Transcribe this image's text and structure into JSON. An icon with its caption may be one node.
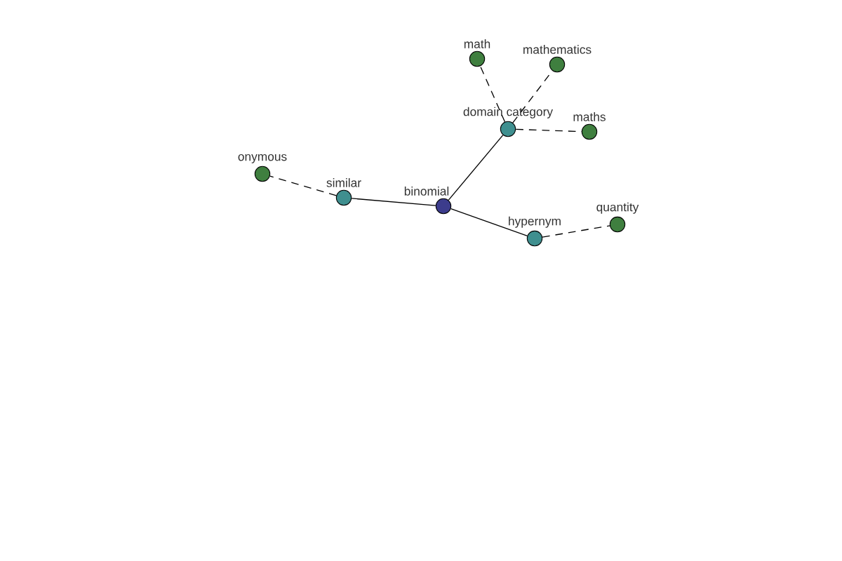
{
  "diagram": {
    "nodes": [
      {
        "text": [
          "binomial"
        ]
      },
      {
        "text": [
          "similar"
        ]
      },
      {
        "text": [
          "onymous"
        ]
      },
      {
        "text": [
          "domain category"
        ]
      },
      {
        "text": [
          "math"
        ]
      },
      {
        "text": [
          "mathematics"
        ]
      },
      {
        "text": [
          "maths"
        ]
      },
      {
        "text": [
          "hypernym"
        ]
      },
      {
        "text": [
          "quantity"
        ]
      }
    ],
    "edges": [
      {
        "from": 0,
        "to": 1,
        "arrow": "none"
      },
      {
        "from": 1,
        "to": 2,
        "arrow": "none",
        "style": "dashed"
      },
      {
        "from": 0,
        "to": 3,
        "arrow": "none"
      },
      {
        "from": 3,
        "to": 4,
        "arrow": "none",
        "style": "dashed"
      },
      {
        "from": 3,
        "to": 5,
        "arrow": "none",
        "style": "dashed"
      },
      {
        "from": 3,
        "to": 6,
        "arrow": "none",
        "style": "dashed"
      },
      {
        "from": 0,
        "to": 7,
        "arrow": "none"
      },
      {
        "from": 7,
        "to": 8,
        "arrow": "none",
        "style": "dashed"
      }
    ]
  }
}
